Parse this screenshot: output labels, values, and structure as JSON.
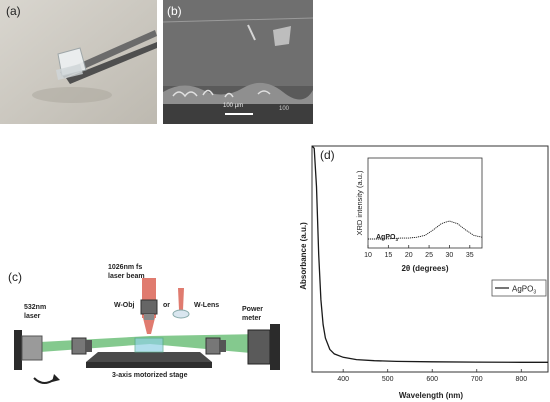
{
  "panels": {
    "a": {
      "label": "(a)"
    },
    "b": {
      "label": "(b)",
      "scale_bar": "100 µm",
      "scale_bar_right": "100"
    },
    "c": {
      "label": "(c)",
      "laser_beam": [
        "1026nm fs",
        "laser beam"
      ],
      "w_obj": "W-Obj",
      "or": "or",
      "w_lens": "W-Lens",
      "laser_source": [
        "532nm",
        "laser"
      ],
      "power_meter": [
        "Power",
        "meter"
      ],
      "stage": "3-axis motorized stage"
    },
    "d": {
      "label": "(d)"
    }
  },
  "colors": {
    "beam_red": "#e07b6f",
    "beam_green": "#6fbf7a",
    "curve": "#1a1a1a"
  },
  "chart_data": [
    {
      "type": "line",
      "panel": "d-main",
      "xlabel": "Wavelength (nm)",
      "ylabel": "Absorbance (a.u.)",
      "xlim": [
        330,
        860
      ],
      "xticks": [
        400,
        500,
        600,
        700,
        800
      ],
      "legend": "AgPO",
      "legend_sub": "3",
      "legend_placement": "bottom-right",
      "series": [
        {
          "name": "AgPO3",
          "x": [
            330,
            335,
            340,
            345,
            350,
            355,
            360,
            370,
            380,
            400,
            430,
            470,
            520,
            600,
            700,
            800,
            860
          ],
          "y": [
            1.0,
            0.99,
            0.82,
            0.52,
            0.32,
            0.21,
            0.15,
            0.1,
            0.08,
            0.065,
            0.055,
            0.05,
            0.047,
            0.045,
            0.044,
            0.043,
            0.043
          ]
        }
      ]
    },
    {
      "type": "line",
      "panel": "d-inset",
      "xlabel": "2θ (degrees)",
      "ylabel": "XRD intensity (a.u.)",
      "xlim": [
        10,
        38
      ],
      "xticks": [
        10,
        15,
        20,
        25,
        30,
        35
      ],
      "annotation": "AgPO",
      "annotation_sub": "3",
      "series": [
        {
          "name": "AgPO3",
          "x": [
            10,
            14,
            18,
            20,
            22,
            24,
            26,
            28,
            30,
            32,
            34,
            36,
            38
          ],
          "y": [
            0.1,
            0.1,
            0.11,
            0.11,
            0.12,
            0.14,
            0.2,
            0.27,
            0.3,
            0.27,
            0.2,
            0.14,
            0.12
          ]
        }
      ]
    }
  ]
}
